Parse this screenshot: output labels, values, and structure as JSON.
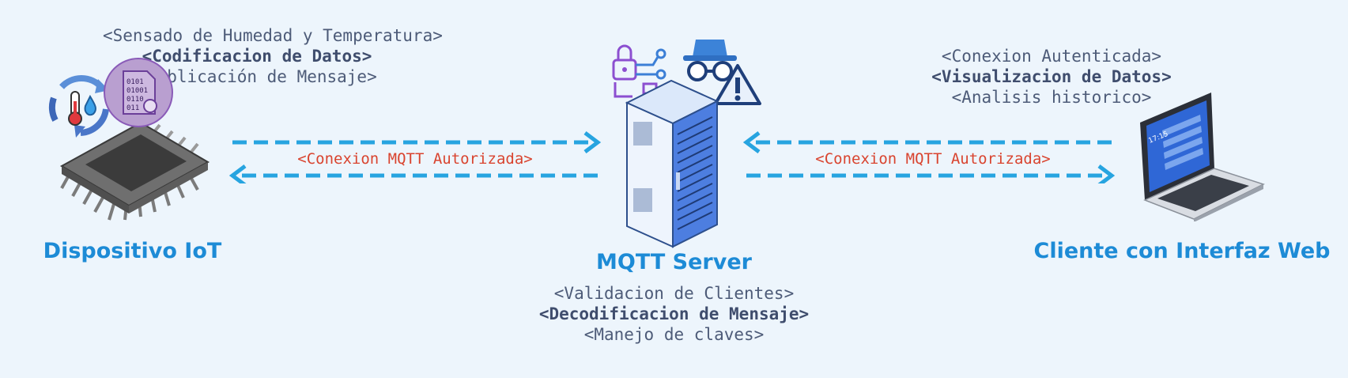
{
  "nodes": {
    "device": {
      "title": "Dispositivo IoT",
      "notes": [
        "<Sensado de Humedad y Temperatura>",
        "<Codificacion de Datos>",
        "<Publicación de Mensaje>"
      ]
    },
    "server": {
      "title": "MQTT Server",
      "notes": [
        "<Validacion de Clientes>",
        "<Decodificacion de Mensaje>",
        "<Manejo de claves>"
      ]
    },
    "client": {
      "title": "Cliente con Interfaz Web",
      "notes": [
        "<Conexion Autenticada>",
        "<Visualizacion de Datos>",
        "<Analisis historico>"
      ]
    }
  },
  "connections": {
    "left": "<Conexion MQTT Autorizada>",
    "right": "<Conexion MQTT Autorizada>"
  },
  "colors": {
    "background": "#edf5fc",
    "title": "#1d8bd6",
    "arrow": "#27a4e0",
    "connection_label": "#d9442f",
    "note_text": "#4d5b78"
  },
  "icons": [
    "chip-icon",
    "sensor-cycle-icon",
    "binary-file-icon",
    "server-rack-icon",
    "lock-circuit-icon",
    "spy-icon",
    "warning-icon",
    "laptop-icon"
  ]
}
